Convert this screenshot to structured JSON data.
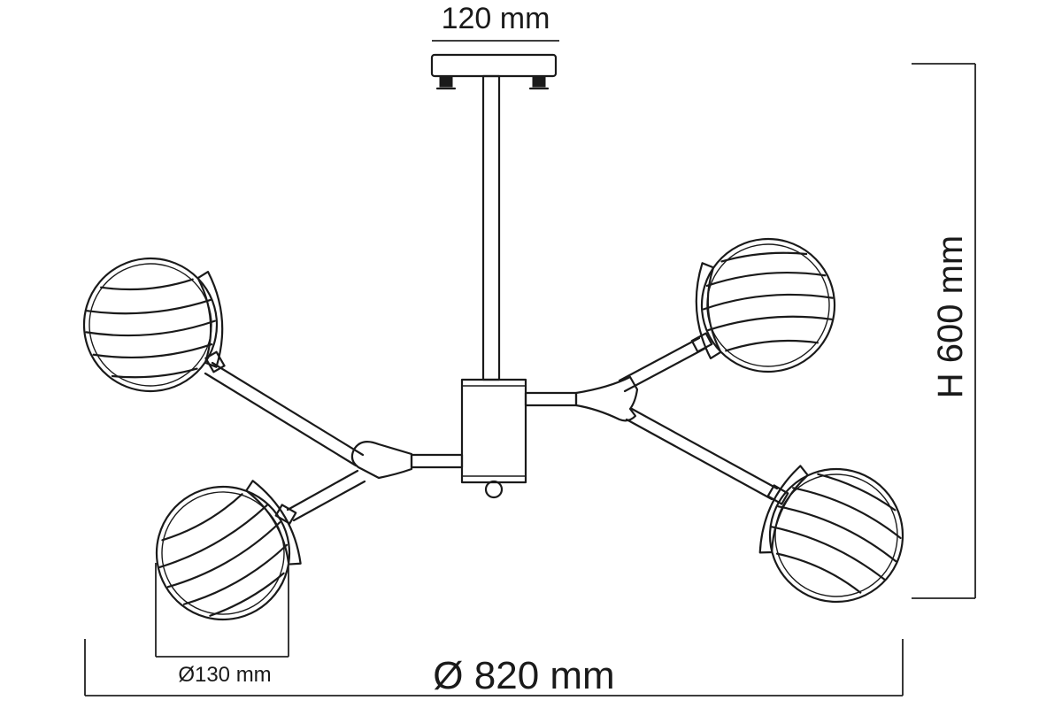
{
  "dimensions": {
    "mount_width": "120 mm",
    "height": "H 600 mm",
    "diameter": "Ø 820 mm",
    "shade_diameter": "Ø130 mm"
  }
}
